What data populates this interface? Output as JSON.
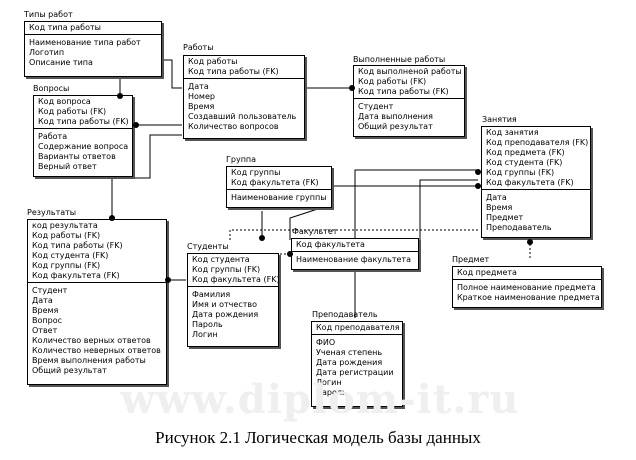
{
  "caption": "Рисунок 2.1 Логическая модель базы данных",
  "watermark": "www.diplom-it.ru",
  "entities": {
    "tipy_rabot": {
      "title": "Типы работ",
      "keys": [
        "Код типа работы"
      ],
      "attrs": [
        "Наименование типа работ",
        "Логотип",
        "Описание типа"
      ]
    },
    "voprosy": {
      "title": "Вопросы",
      "keys": [
        "Код вопроса",
        "Код работы (FK)",
        "Код типа работы (FK)"
      ],
      "attrs": [
        "Работа",
        "Содержание вопроса",
        "Варианты ответов",
        "Верный ответ"
      ]
    },
    "raboty": {
      "title": "Работы",
      "keys": [
        "Код работы",
        "Код типа работы (FK)"
      ],
      "attrs": [
        "Дата",
        "Номер",
        "Время",
        "Создавший пользователь",
        "Количество вопросов"
      ]
    },
    "vypolnennye": {
      "title": "Выполненные работы",
      "keys": [
        "Код выполненой работы",
        "Код работы (FK)",
        "Код типа работы (FK)"
      ],
      "attrs": [
        "Студент",
        "Дата выполнения",
        "Общий результат"
      ]
    },
    "zanyatiya": {
      "title": "Занятия",
      "keys": [
        "Код занятия",
        "Код преподавателя (FK)",
        "Код предмета (FK)",
        "Код студента (FK)",
        "Код группы (FK)",
        "Код факультета (FK)"
      ],
      "attrs": [
        "Дата",
        "Время",
        "Предмет",
        "Преподаватель"
      ]
    },
    "gruppa": {
      "title": "Группа",
      "keys": [
        "Код группы",
        "Код факультета (FK)"
      ],
      "attrs": [
        "Наименование группы"
      ]
    },
    "rezultaty": {
      "title": "Результаты",
      "keys": [
        "код результата",
        "Код работы (FK)",
        "Код типа работы (FK)",
        "Код студента (FK)",
        "Код группы (FK)",
        "Код факультета (FK)"
      ],
      "attrs": [
        "Студент",
        "Дата",
        "Время",
        "Вопрос",
        "Ответ",
        "Количество верных ответов",
        "Количество неверных ответов",
        "Время выполнения работы",
        "Общий результат"
      ]
    },
    "studenty": {
      "title": "Студенты",
      "keys": [
        "Код студента",
        "Код группы (FK)",
        "Код факультета (FK)"
      ],
      "attrs": [
        "Фамилия",
        "Имя и отчество",
        "Дата рождения",
        "Пароль",
        "Логин"
      ]
    },
    "fakultet": {
      "title": "Факультет",
      "keys": [
        "Код факультета"
      ],
      "attrs": [
        "Наименование факультета"
      ]
    },
    "predmet": {
      "title": "Предмет",
      "keys": [
        "Код предмета"
      ],
      "attrs": [
        "Полное наименование предмета",
        "Краткое наименование предмета"
      ]
    },
    "prepodavatel": {
      "title": "Преподаватель",
      "keys": [
        "Код преподавателя"
      ],
      "attrs": [
        "ФИО",
        "Ученая степень",
        "Дата рождения",
        "Дата регистрации",
        "Логин",
        "Пароль"
      ]
    }
  }
}
